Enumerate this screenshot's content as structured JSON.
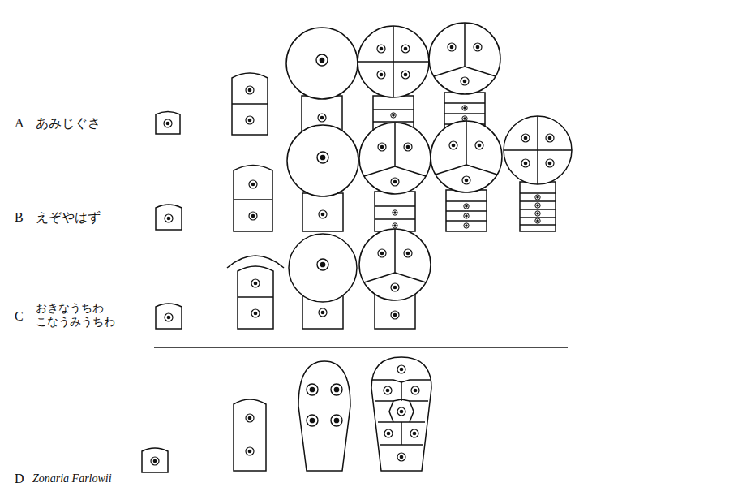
{
  "diagram": {
    "labels": [
      "A",
      "あみじぐさ",
      "B",
      "えぞやはず",
      "C",
      "おきなうちわ こなうみうちわ",
      "D",
      "Zonaria Farlowii"
    ]
  }
}
